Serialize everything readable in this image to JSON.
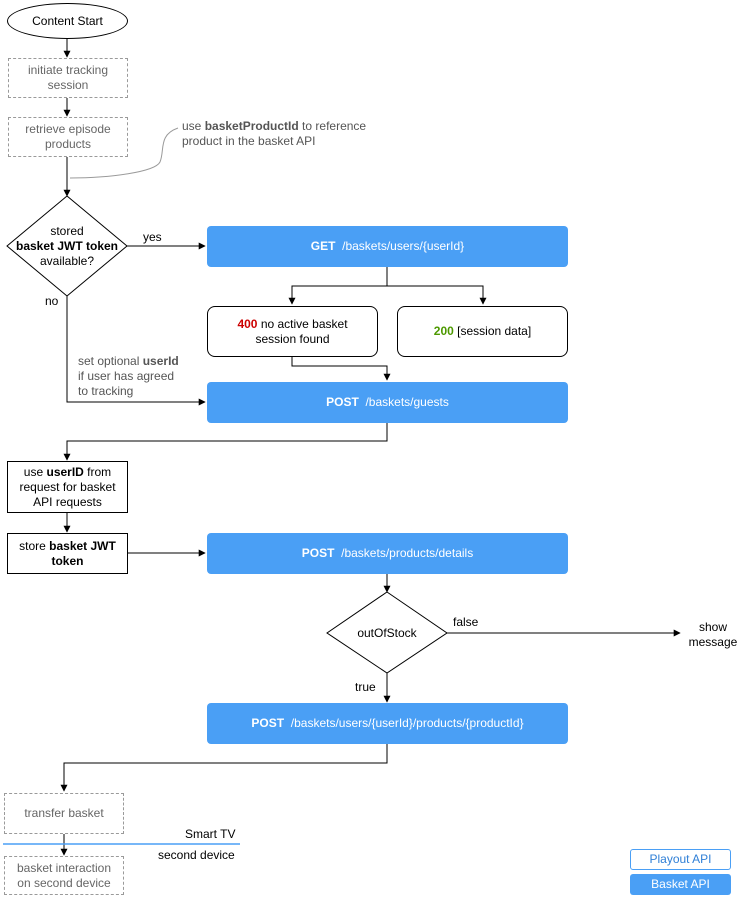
{
  "start": "Content Start",
  "tracking": "initiate tracking session",
  "retrieve": "retrieve episode products",
  "note_basket_pre": "use ",
  "note_basket_bold": "basketProductId",
  "note_basket_post": " to reference",
  "note_basket_line2": "product in the  basket API",
  "decision_line1": "stored",
  "decision_line2": "basket JWT token",
  "decision_line3": "available?",
  "yes": "yes",
  "no": "no",
  "get_method": "GET",
  "get_path": "/baskets/users/{userId}",
  "r400_code": "400",
  "r400_text": " no active basket",
  "r400_line2": "session found",
  "r200_code": "200",
  "r200_text": " [session data]",
  "userid_note_pre": "set optional ",
  "userid_note_bold": "userId",
  "userid_note_line2": "if user has agreed",
  "userid_note_line3": "to tracking",
  "guests_method": "POST",
  "guests_path": "/baskets/guests",
  "use_userid_pre": "use ",
  "use_userid_bold": "userID",
  "use_userid_post": " from",
  "use_userid_line2": "request for basket",
  "use_userid_line3": "API requests",
  "store_pre": "store ",
  "store_bold": "basket JWT",
  "store_line2": "token",
  "details_method": "POST",
  "details_path": "/baskets/products/details",
  "stock_decision": "outOfStock",
  "false_label": "false",
  "true_label": "true",
  "show_message_line1": "show",
  "show_message_line2": "message",
  "add_method": "POST",
  "add_path": "/baskets/users/{userId}/products/{productId}",
  "transfer": "transfer basket",
  "smart_tv": "Smart TV",
  "second_device": "second device",
  "interaction": "basket interaction on second device",
  "legend_playout": "Playout API",
  "legend_basket": "Basket API",
  "colors": {
    "api_fill": "#4a9ff5",
    "code_400": "#cc0000",
    "code_200": "#4d9900"
  }
}
